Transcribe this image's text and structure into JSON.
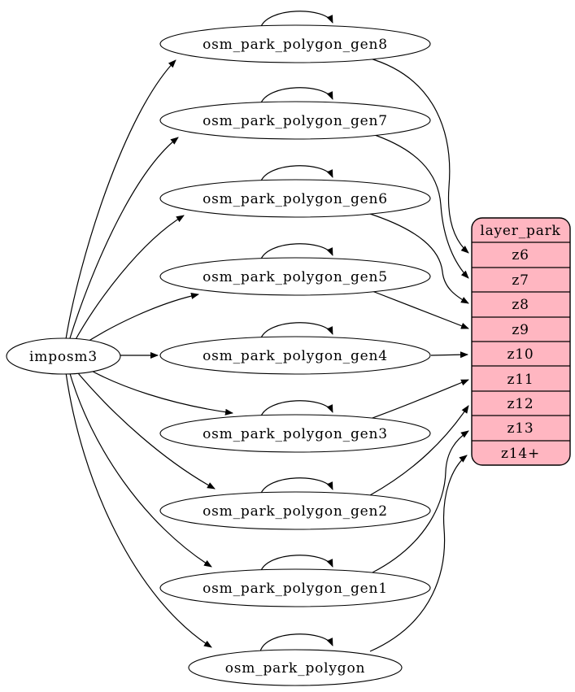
{
  "source_node": {
    "label": "imposm3"
  },
  "tables": [
    {
      "label": "osm_park_polygon_gen8",
      "feeds_zoom": "z6"
    },
    {
      "label": "osm_park_polygon_gen7",
      "feeds_zoom": "z7"
    },
    {
      "label": "osm_park_polygon_gen6",
      "feeds_zoom": "z8"
    },
    {
      "label": "osm_park_polygon_gen5",
      "feeds_zoom": "z9"
    },
    {
      "label": "osm_park_polygon_gen4",
      "feeds_zoom": "z10"
    },
    {
      "label": "osm_park_polygon_gen3",
      "feeds_zoom": "z11"
    },
    {
      "label": "osm_park_polygon_gen2",
      "feeds_zoom": "z12"
    },
    {
      "label": "osm_park_polygon_gen1",
      "feeds_zoom": "z13"
    },
    {
      "label": "osm_park_polygon",
      "feeds_zoom": "z14+"
    }
  ],
  "layer_node": {
    "title": "layer_park",
    "zoom_rows": [
      "z6",
      "z7",
      "z8",
      "z9",
      "z10",
      "z11",
      "z12",
      "z13",
      "z14+"
    ]
  },
  "colors": {
    "layer_fill": "#ffb6c1",
    "node_fill": "#ffffff",
    "edge_stroke": "#000000",
    "background": "#ffffff"
  }
}
